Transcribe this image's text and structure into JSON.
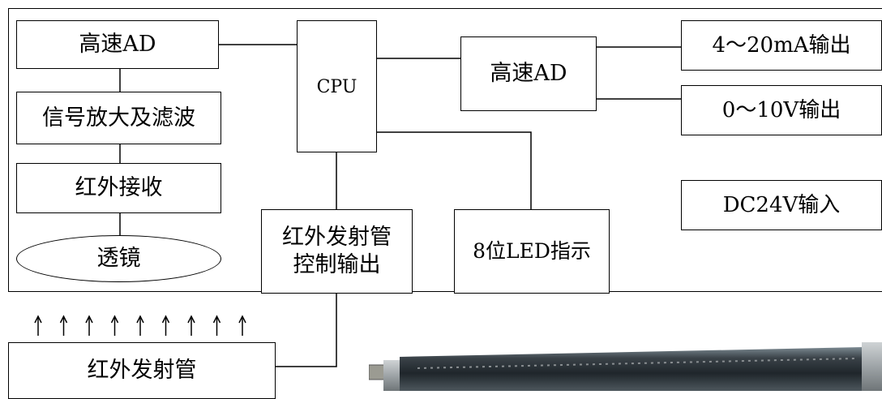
{
  "blocks": {
    "adc_left": "高速AD",
    "amp_filter": "信号放大及滤波",
    "ir_receive": "红外接收",
    "lens": "透镜",
    "cpu": "CPU",
    "ir_ctrl_line1": "红外发射管",
    "ir_ctrl_line2": "控制输出",
    "adc_right": "高速AD",
    "led_display": "8位LED指示",
    "out_current": "4～20mA输出",
    "out_voltage": "0～10V输出",
    "power_in": "DC24V输入",
    "ir_emitter": "红外发射管"
  },
  "arrows": {
    "count": 9
  },
  "photo": {
    "subject": "infrared emitter tube product photo"
  }
}
